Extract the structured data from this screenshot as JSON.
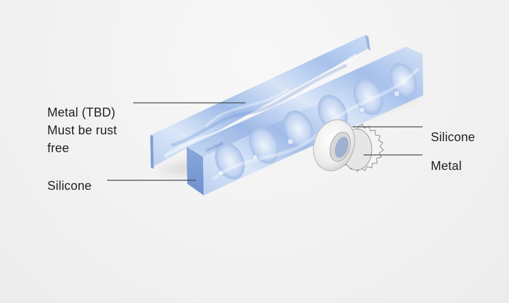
{
  "labels": {
    "metal_tbd": {
      "line1": "Metal (TBD)",
      "line2": "Must be rust",
      "line3": "free"
    },
    "silicone_left": "Silicone",
    "silicone_right": "Silicone",
    "metal_right": "Metal"
  },
  "colors": {
    "strip_light": "#cfe0f5",
    "strip_mid": "#a9c3ea",
    "strip_dark": "#7f9fd8",
    "leader_line": "#4a4a4a",
    "ring_white": "#f2f2f2"
  }
}
